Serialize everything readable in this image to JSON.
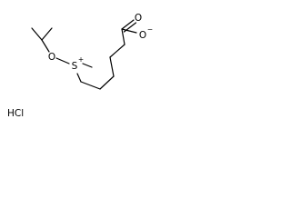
{
  "molecule": {
    "atoms": {
      "carbonyl_oxygen": "O",
      "carboxylate_oxygen": "O",
      "carboxylate_charge": "−",
      "ether_oxygen": "O",
      "sulfur": "S",
      "sulfur_charge": "+"
    },
    "salt": "HCl"
  }
}
